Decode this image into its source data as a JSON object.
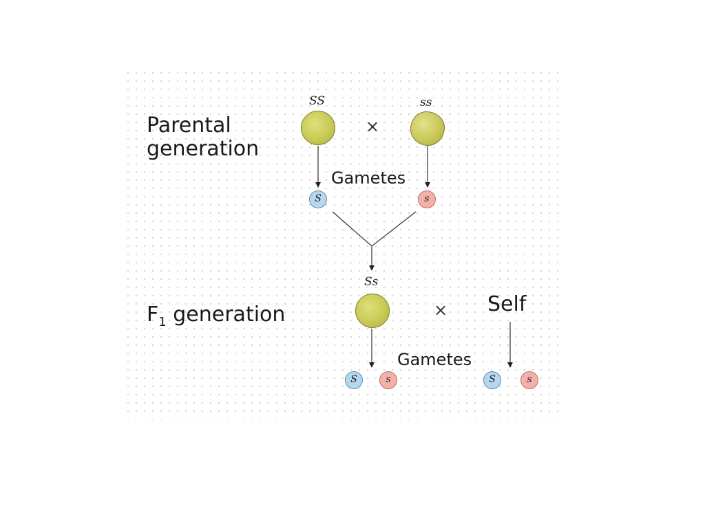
{
  "parental": {
    "heading_line1": "Parental",
    "heading_line2": "generation",
    "round_genotype": "SS",
    "wrinkled_genotype": "ss",
    "cross_symbol": "×",
    "gametes_label": "Gametes",
    "gamete_dominant": "S",
    "gamete_recessive": "s"
  },
  "f1": {
    "heading_prefix": "F",
    "heading_subscript": "1",
    "heading_suffix": " generation",
    "genotype": "Ss",
    "cross_symbol": "×",
    "self_label": "Self",
    "gametes_label": "Gametes",
    "gamete_dominant": "S",
    "gamete_recessive": "s"
  },
  "colors": {
    "seed": "#c6c752",
    "dominant_gamete": "#b6d8ee",
    "recessive_gamete": "#f2b2aa"
  }
}
